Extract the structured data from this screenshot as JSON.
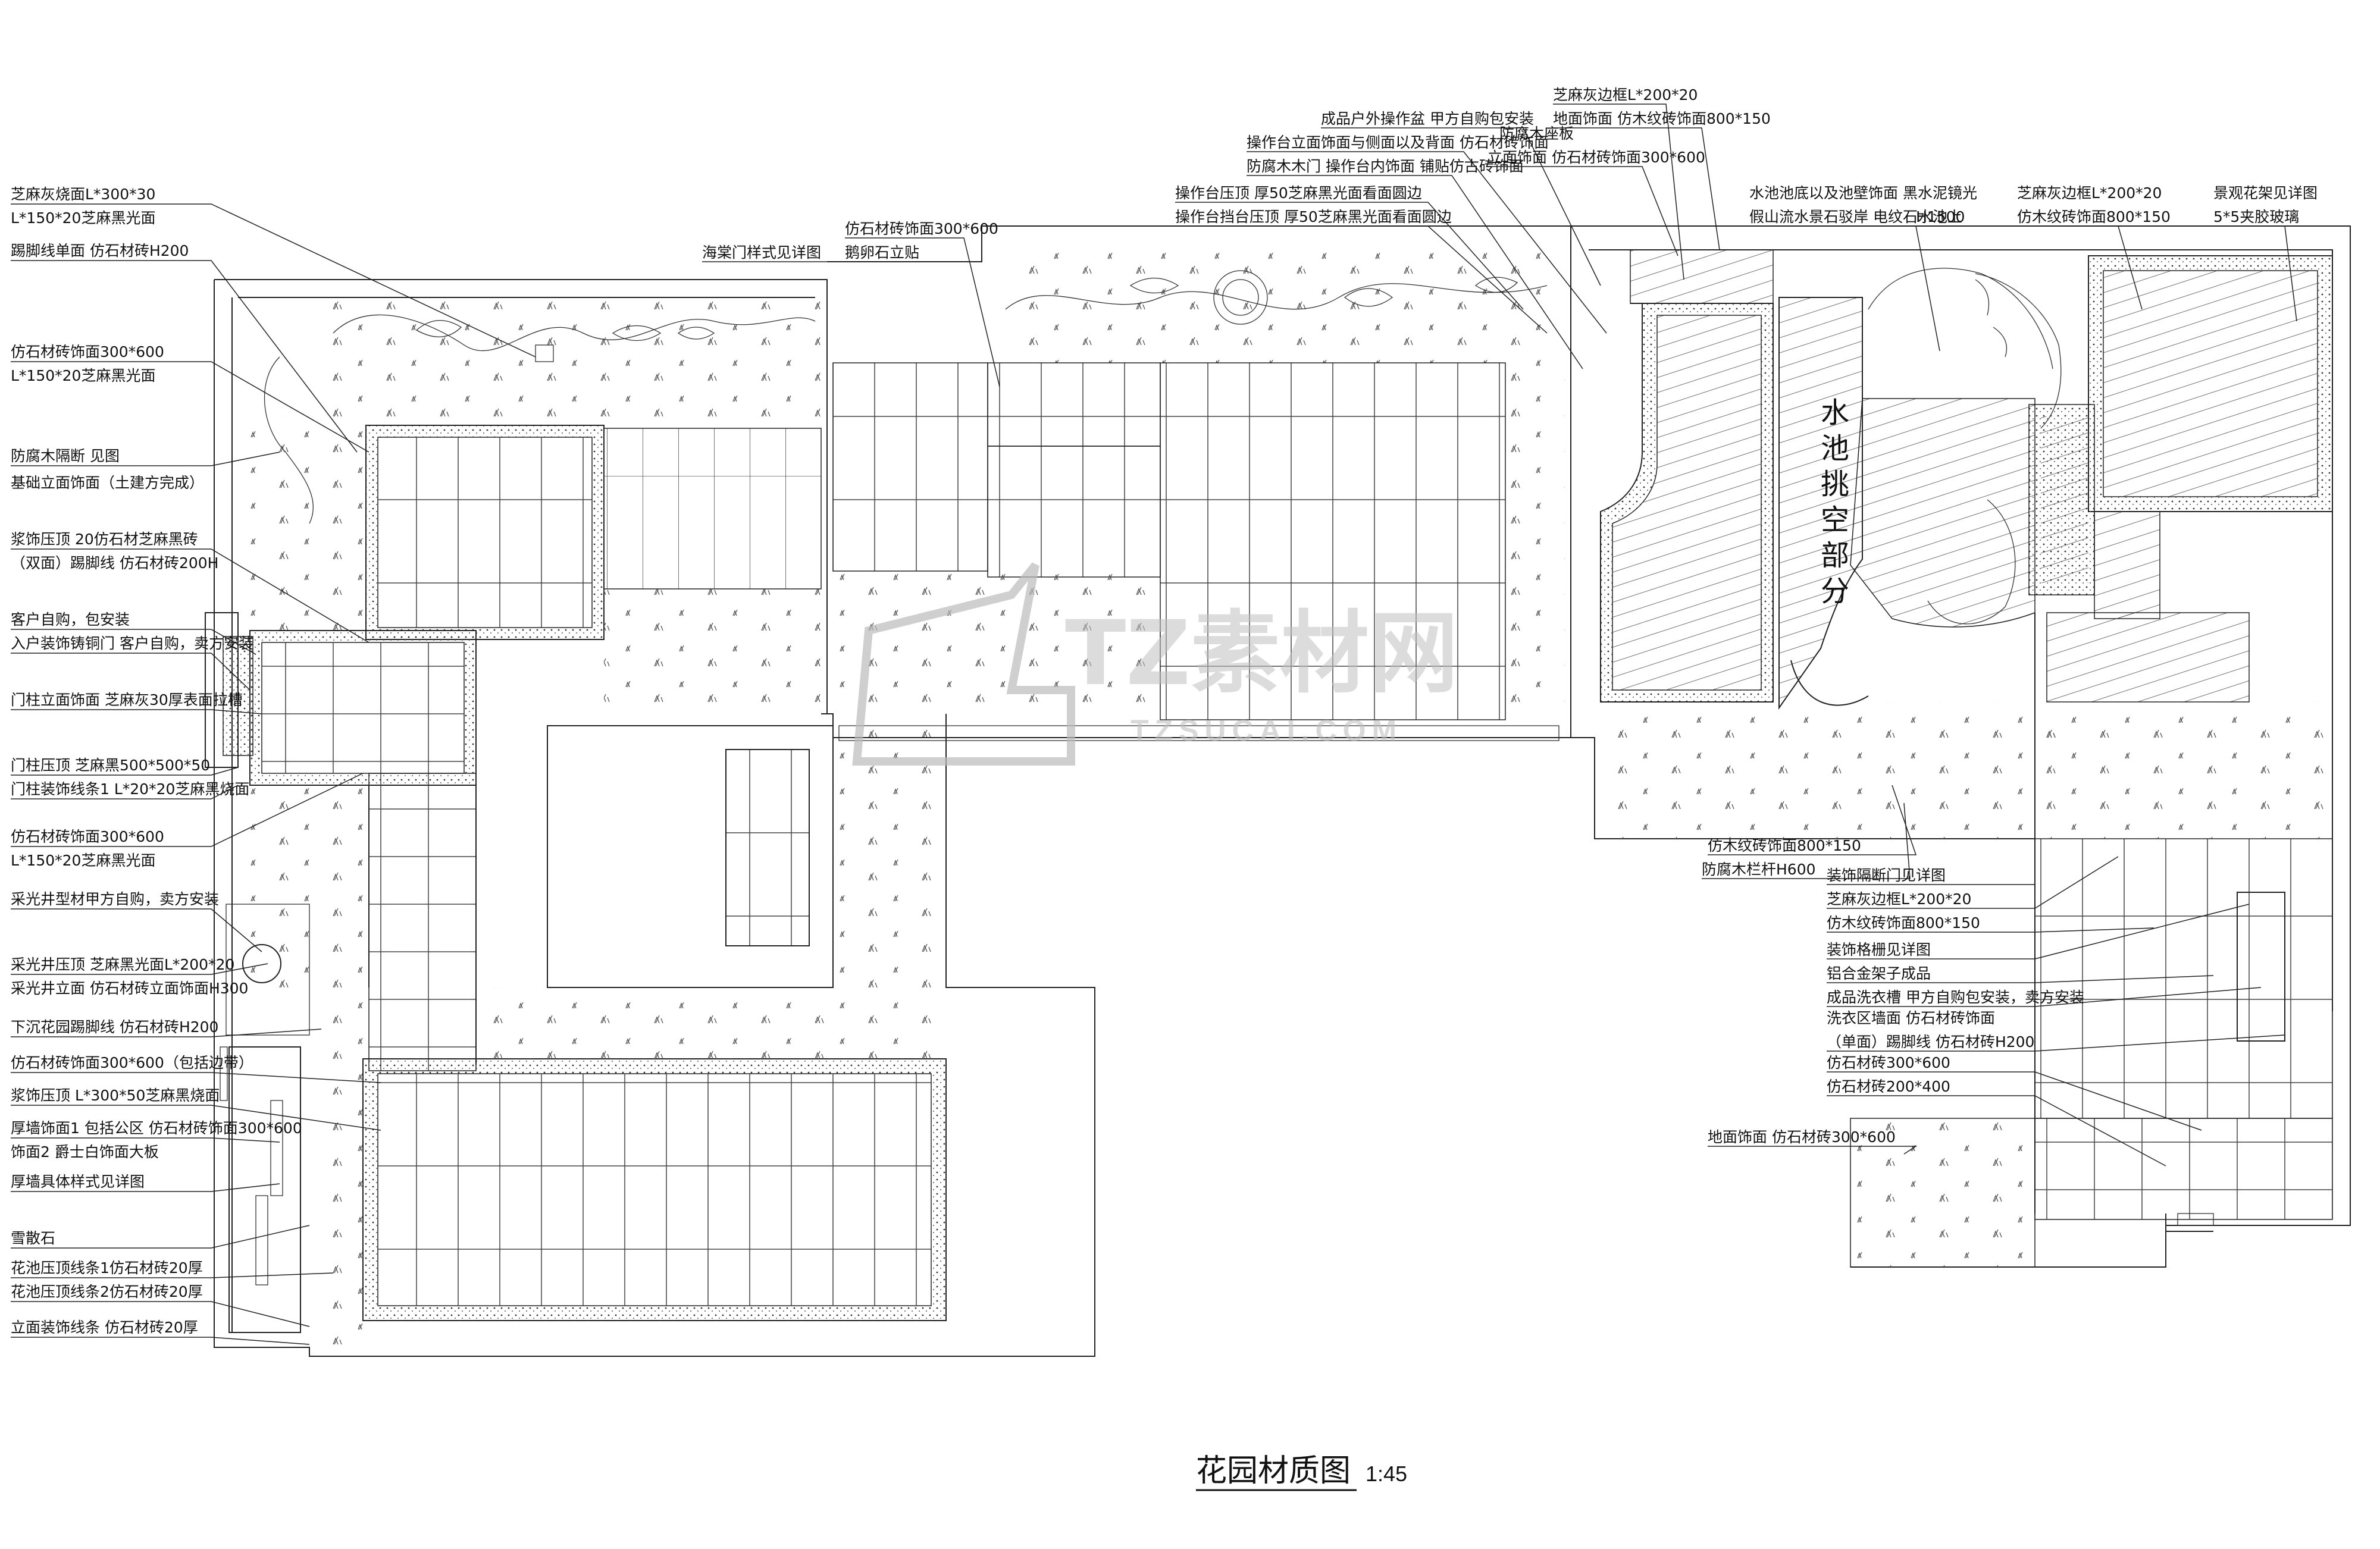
{
  "drawing": {
    "title": "花园材质图",
    "scale": "1:45",
    "pool_label": "水池挑空部分",
    "watermark": "TZ素材网",
    "watermark_sub": "TZSUCAI.COM"
  },
  "left_labels": [
    "芝麻灰烧面L*300*30",
    "L*150*20芝麻黑光面",
    "踢脚线单面  仿石材砖H200",
    "仿石材砖饰面300*600",
    "L*150*20芝麻黑光面",
    "防腐木隔断  见图",
    "基础立面饰面（土建方完成）",
    "浆饰压顶  20仿石材芝麻黑砖",
    "（双面）踢脚线  仿石材砖200H",
    "客户自购，包安装",
    "入户装饰铸铜门  客户自购，卖方安装",
    "门柱立面饰面  芝麻灰30厚表面拉槽",
    "门柱压顶  芝麻黑500*500*50",
    "门柱装饰线条1  L*20*20芝麻黑烧面",
    "仿石材砖饰面300*600",
    "L*150*20芝麻黑光面",
    "采光井型材甲方自购，卖方安装",
    "采光井压顶  芝麻黑光面L*200*20",
    "采光井立面  仿石材砖立面饰面H300",
    "下沉花园踢脚线  仿石材砖H200",
    "仿石材砖饰面300*600（包括边带）",
    "浆饰压顶  L*300*50芝麻黑烧面",
    "厚墙饰面1 包括公区  仿石材砖饰面300*600",
    "饰面2  爵士白饰面大板",
    "厚墙具体样式见详图",
    "雪散石",
    "花池压顶线条1仿石材砖20厚",
    "花池压顶线条2仿石材砖20厚",
    "立面装饰线条  仿石材砖20厚"
  ],
  "top_labels": {
    "gate_detail": "海棠门样式见详图",
    "stone_face": "仿石材砖饰面300*600",
    "pebble": "鹅卵石立贴",
    "counter_top1": "操作台压顶  厚50芝麻黑光面看面圆边",
    "counter_top2": "操作台挡台压顶  厚50芝麻黑光面看面圆边",
    "sink": "成品户外操作盆  甲方自购包安装",
    "counter_side": "操作台立面饰面与侧面以及背面  仿石材砖饰面",
    "wood_door": "防腐木木门  操作台内饰面  铺贴仿古砖饰面",
    "wood_seat": "防腐木座板",
    "wall_face": "立面饰面  仿石材砖饰面300*600",
    "pool_edge": "芝麻灰边框L*200*20",
    "floor_face": "地面饰面  仿木纹砖饰面800*150",
    "pool_bottom": "水池池底以及池壁饰面  黑水泥镜光",
    "rockery": "假山流水景石驳岸  电纹石水池上",
    "rockery_height": "H1500",
    "edge_right": "芝麻灰边框L*200*20",
    "wood_floor_right": "仿木纹砖饰面800*150",
    "flower_rack": "景观花架见详图",
    "glass": "5*5夹胶玻璃"
  },
  "right_labels": [
    "仿木纹砖饰面800*150",
    "防腐木栏杆H600",
    "装饰隔断门见详图",
    "芝麻灰边框L*200*20",
    "仿木纹砖饰面800*150",
    "装饰格栅见详图",
    "铝合金架子成品",
    "成品洗衣槽  甲方自购包安装，卖方安装",
    "洗衣区墙面  仿石材砖饰面",
    "（单面）踢脚线  仿石材砖H200",
    "仿石材砖300*600",
    "仿石材砖200*400",
    "地面饰面  仿石材砖300*600"
  ]
}
